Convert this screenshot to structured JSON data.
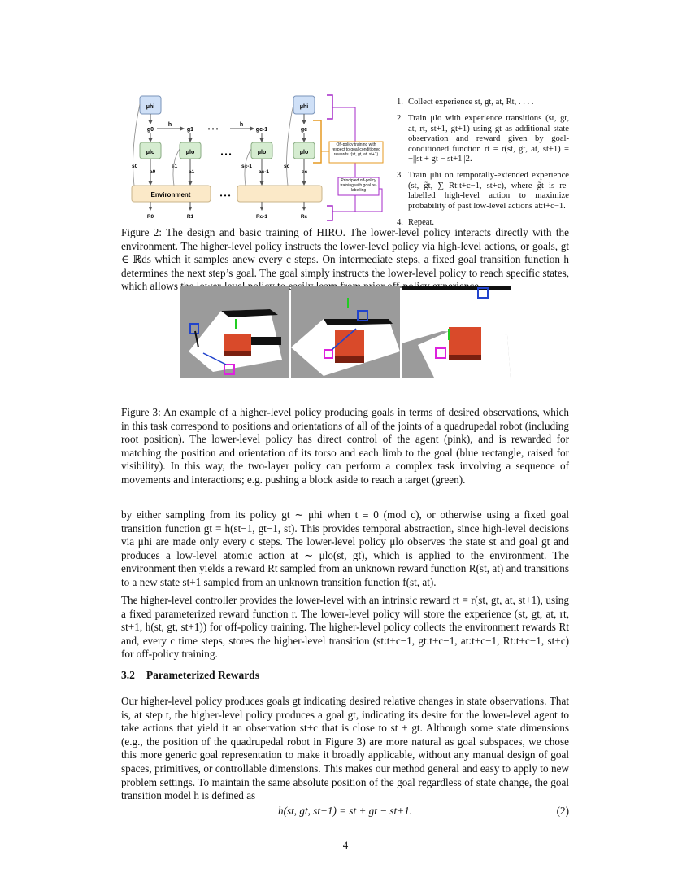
{
  "figure2": {
    "diagram": {
      "hi_label": "μhi",
      "lo_label": "μlo",
      "g_labels": [
        "g0",
        "g1",
        "gc-1",
        "gc"
      ],
      "h_label": "h",
      "dots": "• • •",
      "s_labels": [
        "s0",
        "s1",
        "sc-1",
        "sc"
      ],
      "a_labels": [
        "a0",
        "a1",
        "ac-1",
        "ac"
      ],
      "environment_label": "Environment",
      "r_labels": [
        "R0",
        "R1",
        "Rc-1",
        "Rc"
      ],
      "offpolicy_box": "Off-policy training with respect to goal-conditioned rewards r(st, gt, at, st+1)",
      "relabel_box": "Principled off-policy training with goal re-labelling"
    },
    "steps": [
      {
        "num": "1.",
        "text": "Collect experience st, gt, at, Rt, . . . ."
      },
      {
        "num": "2.",
        "text": "Train μlo with experience transitions (st, gt, at, rt, st+1, gt+1) using gt as additional state observation and reward given by goal-conditioned function rt = r(st, gt, at, st+1) = −||st + gt − st+1||2."
      },
      {
        "num": "3.",
        "text": "Train μhi on temporally-extended experience (st, g̃t, ∑ Rt:t+c−1, st+c), where g̃t is re-labelled high-level action to maximize probability of past low-level actions at:t+c−1."
      },
      {
        "num": "4.",
        "text": "Repeat."
      }
    ],
    "caption": "Figure 2: The design and basic training of HIRO. The lower-level policy interacts directly with the environment. The higher-level policy instructs the lower-level policy via high-level actions, or goals, gt ∈ ℝds which it samples anew every c steps. On intermediate steps, a fixed goal transition function h determines the next step’s goal. The goal simply instructs the lower-level policy to reach specific states, which allows the lower-level policy to easily learn from prior off-policy experience."
  },
  "figure3": {
    "caption": "Figure 3: An example of a higher-level policy producing goals in terms of desired observations, which in this task correspond to positions and orientations of all of the joints of a quadrupedal robot (including root position). The lower-level policy has direct control of the agent (pink), and is rewarded for matching the position and orientation of its torso and each limb to the goal (blue rectangle, raised for visibility). In this way, the two-layer policy can perform a complex task involving a sequence of movements and interactions; e.g. pushing a block aside to reach a target (green).",
    "colors": {
      "goal": "#2244cc",
      "agent": "#dd22dd",
      "target": "#22cc22",
      "block": "#d94a2a"
    }
  },
  "paragraphs": [
    "by either sampling from its policy gt ∼ μhi when t ≡ 0 (mod c), or otherwise using a fixed goal transition function gt = h(st−1, gt−1, st). This provides temporal abstraction, since high-level decisions via μhi are made only every c steps. The lower-level policy μlo observes the state st and goal gt and produces a low-level atomic action at ∼ μlo(st, gt), which is applied to the environment. The environment then yields a reward Rt sampled from an unknown reward function R(st, at) and transitions to a new state st+1 sampled from an unknown transition function f(st, at).",
    "The higher-level controller provides the lower-level with an intrinsic reward rt = r(st, gt, at, st+1), using a fixed parameterized reward function r. The lower-level policy will store the experience (st, gt, at, rt, st+1, h(st, gt, st+1)) for off-policy training. The higher-level policy collects the environment rewards Rt and, every c time steps, stores the higher-level transition (st:t+c−1, gt:t+c−1, at:t+c−1, Rt:t+c−1, st+c) for off-policy training."
  ],
  "section": {
    "number": "3.2",
    "title": "Parameterized Rewards"
  },
  "section_paragraph": "Our higher-level policy produces goals gt indicating desired relative changes in state observations. That is, at step t, the higher-level policy produces a goal gt, indicating its desire for the lower-level agent to take actions that yield it an observation st+c that is close to st + gt. Although some state dimensions (e.g., the position of the quadrupedal robot in Figure 3) are more natural as goal subspaces, we chose this more generic goal representation to make it broadly applicable, without any manual design of goal spaces, primitives, or controllable dimensions. This makes our method general and easy to apply to new problem settings. To maintain the same absolute position of the goal regardless of state change, the goal transition model h is defined as",
  "equation": {
    "body": "h(st, gt, st+1) = st + gt − st+1.",
    "label": "(2)"
  },
  "page_number": "4"
}
